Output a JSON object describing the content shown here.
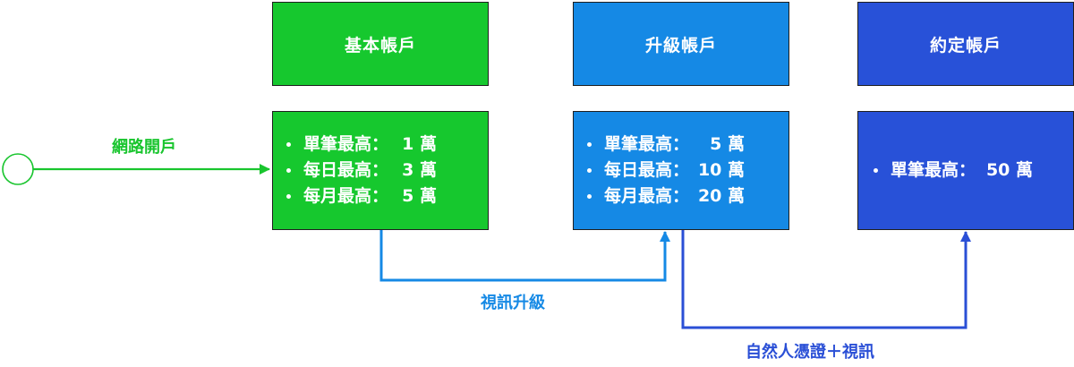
{
  "colors": {
    "green": "#16c82e",
    "light_blue": "#1589e5",
    "dark_blue": "#2851d8",
    "green_text": "#19c52e",
    "light_blue_text": "#1589e5",
    "dark_blue_text": "#2a4fd6"
  },
  "accounts": [
    {
      "title": "基本帳戶",
      "limits": [
        {
          "label": "單筆最高：",
          "value": "1 萬"
        },
        {
          "label": "每日最高：",
          "value": "3 萬"
        },
        {
          "label": "每月最高：",
          "value": "5 萬"
        }
      ]
    },
    {
      "title": "升級帳戶",
      "limits": [
        {
          "label": "單筆最高：",
          "value": "5 萬"
        },
        {
          "label": "每日最高：",
          "value": "10 萬"
        },
        {
          "label": "每月最高：",
          "value": "20 萬"
        }
      ]
    },
    {
      "title": "約定帳戶",
      "limits": [
        {
          "label": "單筆最高：",
          "value": "50 萬"
        }
      ]
    }
  ],
  "flows": {
    "online_open": "網路開戶",
    "video_upgrade": "視訊升級",
    "cert_video": "自然人憑證＋視訊"
  }
}
